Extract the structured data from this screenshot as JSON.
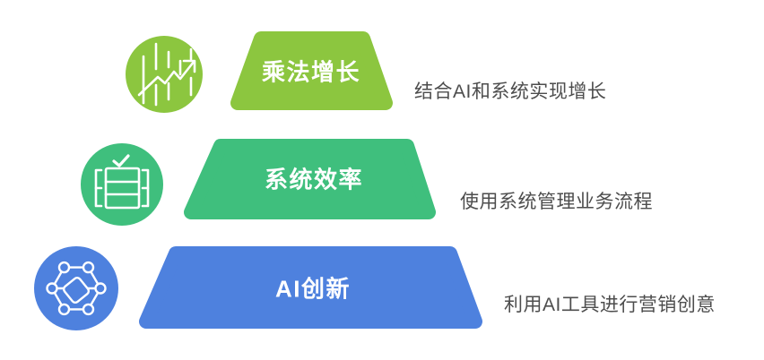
{
  "diagram": {
    "type": "stepped-pyramid",
    "background_color": "#ffffff",
    "label_text_color": "#ffffff",
    "description_text_color": "#4d4d4d",
    "levels": [
      {
        "position": "top",
        "label": "乘法增长",
        "description": "结合AI和系统实现增长",
        "color": "#8cc63f",
        "icon": "growth-chart-icon"
      },
      {
        "position": "middle",
        "label": "系统效率",
        "description": "使用系统管理业务流程",
        "color": "#3fbf7d",
        "icon": "system-check-icon"
      },
      {
        "position": "bottom",
        "label": "AI创新",
        "description": "利用AI工具进行营销创意",
        "color": "#4e81de",
        "icon": "ai-network-icon"
      }
    ]
  }
}
